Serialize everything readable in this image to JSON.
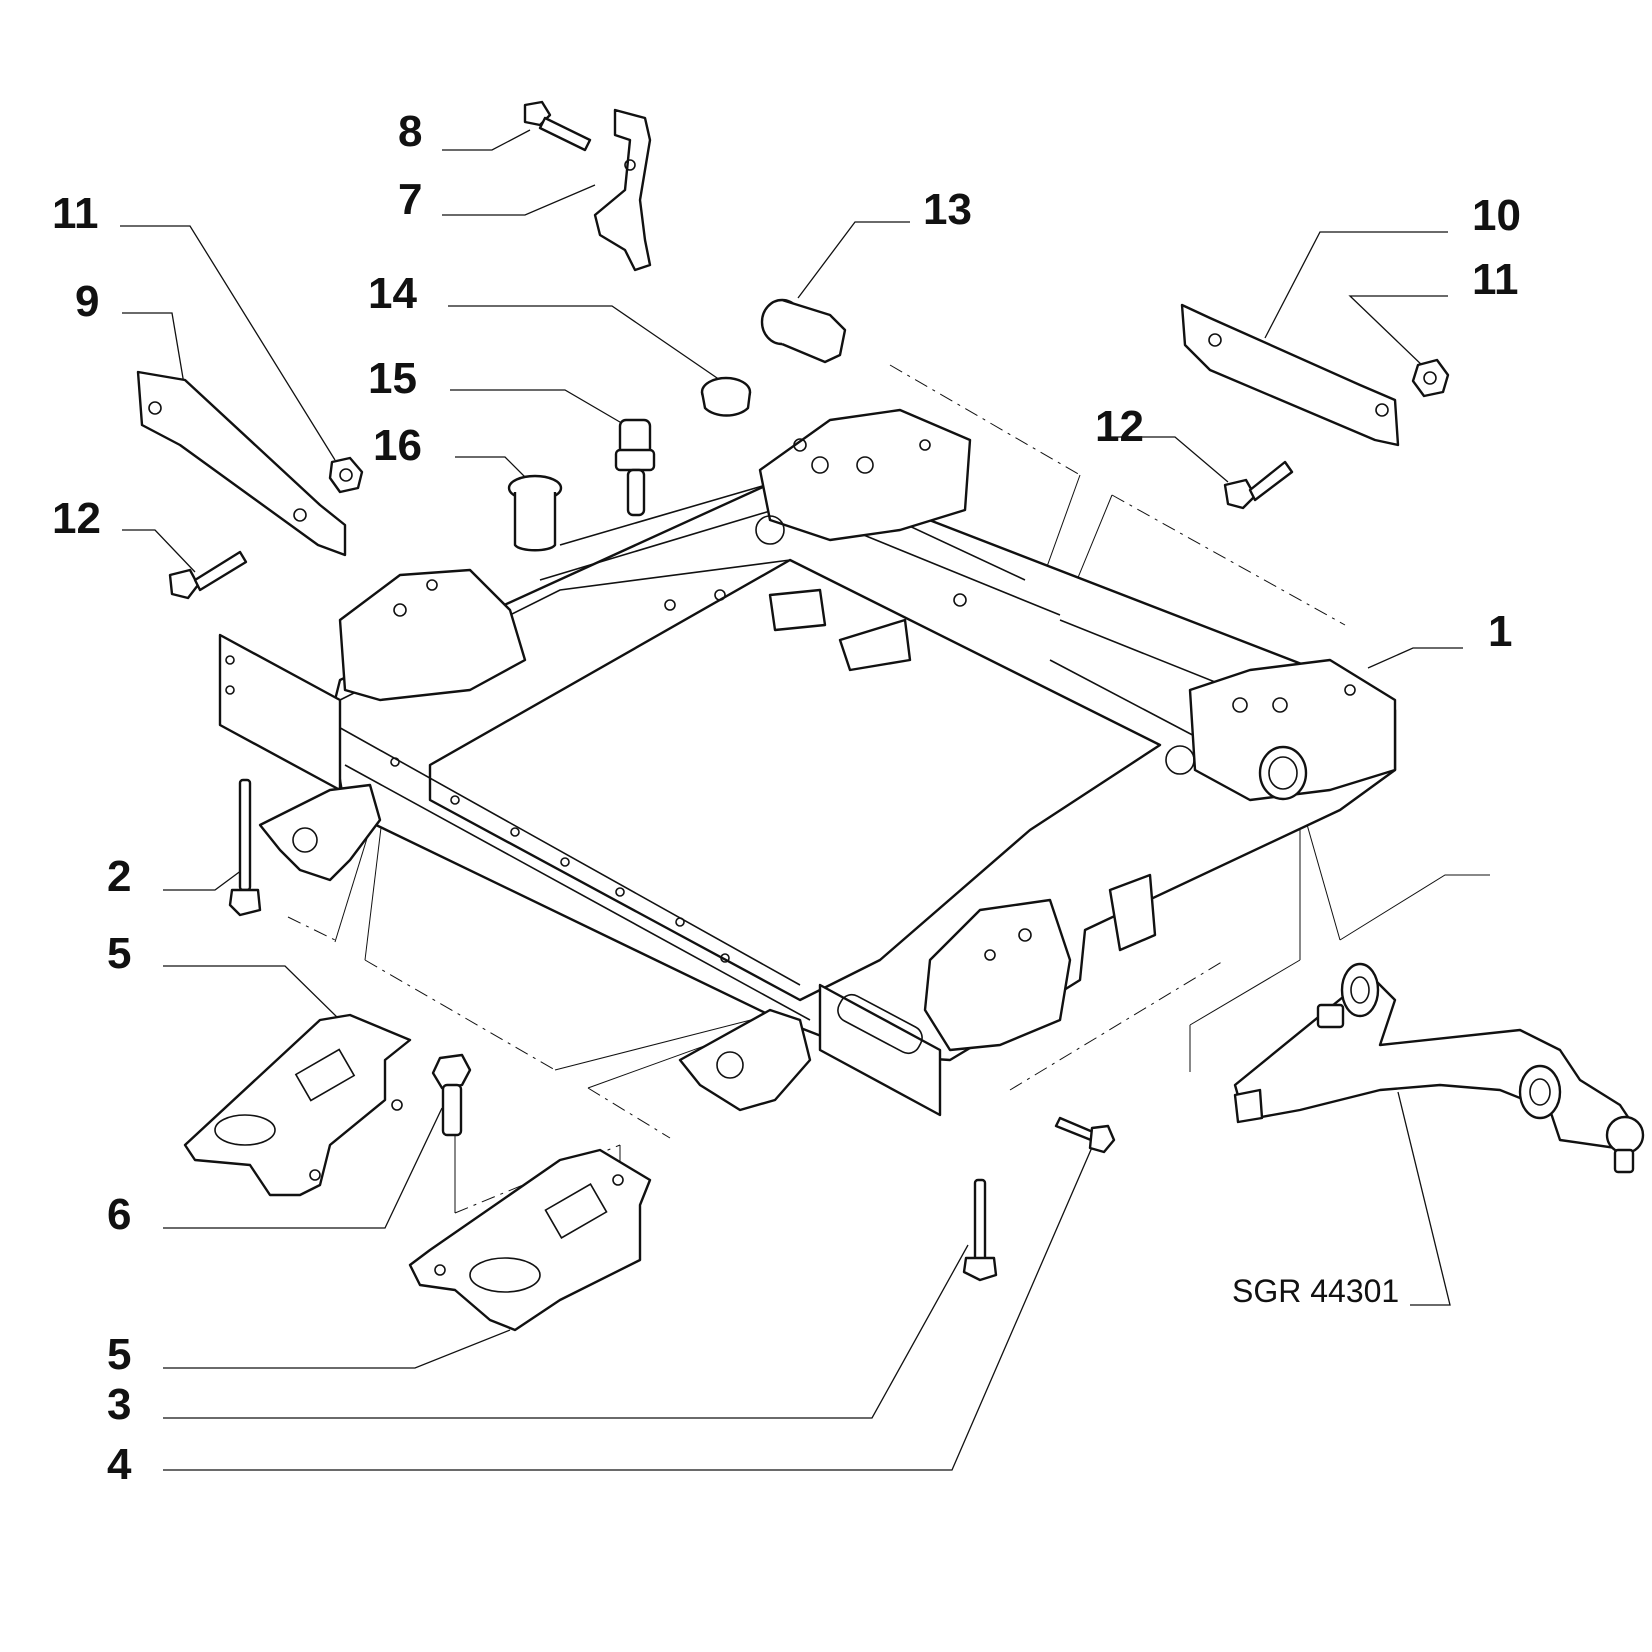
{
  "diagram": {
    "callouts": {
      "c8": "8",
      "c7": "7",
      "c11_left": "11",
      "c9": "9",
      "c12_left": "12",
      "c14": "14",
      "c15": "15",
      "c16": "16",
      "c13": "13",
      "c10": "10",
      "c11_right": "11",
      "c12_right": "12",
      "c1": "1",
      "c2": "2",
      "c5_top": "5",
      "c6": "6",
      "c5_bottom": "5",
      "c3": "3",
      "c4": "4"
    },
    "reference_code": "SGR 44301"
  }
}
